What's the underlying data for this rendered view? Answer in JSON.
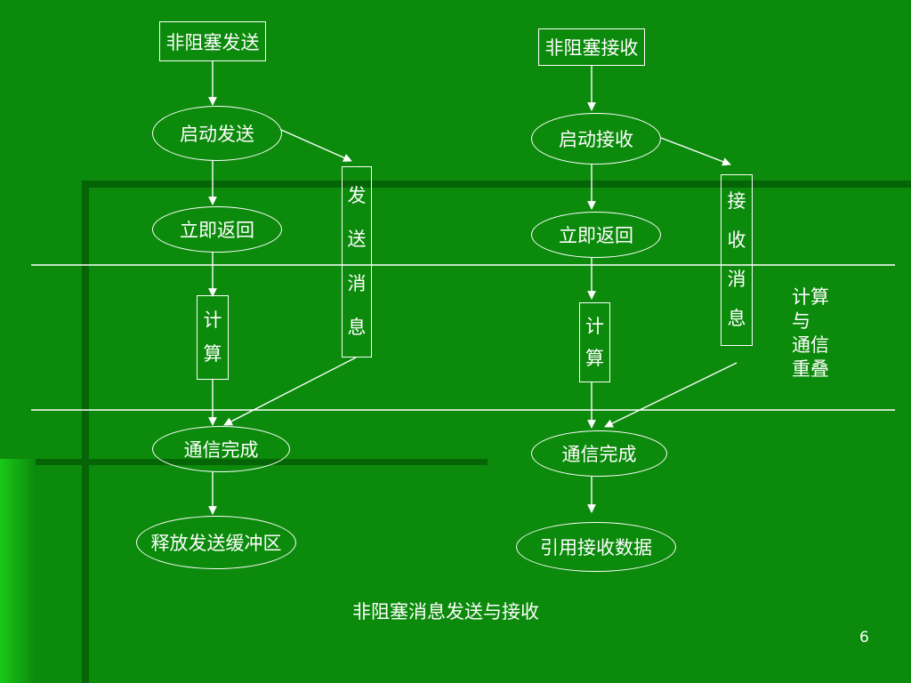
{
  "colors": {
    "background": "#0b8a0b",
    "shade": "#056405",
    "highlight": "#19c819",
    "line": "#ffffff"
  },
  "send": {
    "title": "非阻塞发送",
    "start": "启动发送",
    "return": "立即返回",
    "compute": [
      "计",
      "算"
    ],
    "message": [
      "发",
      "送",
      "消",
      "息"
    ],
    "complete": "通信完成",
    "final": "释放发送缓冲区"
  },
  "recv": {
    "title": "非阻塞接收",
    "start": "启动接收",
    "return": "立即返回",
    "compute": [
      "计",
      "算"
    ],
    "message": [
      "接",
      "收",
      "消",
      "息"
    ],
    "complete": "通信完成",
    "final": "引用接收数据"
  },
  "overlap_note": [
    "计算",
    "与",
    "通信",
    "重叠"
  ],
  "caption": "非阻塞消息发送与接收",
  "page_number": "6"
}
